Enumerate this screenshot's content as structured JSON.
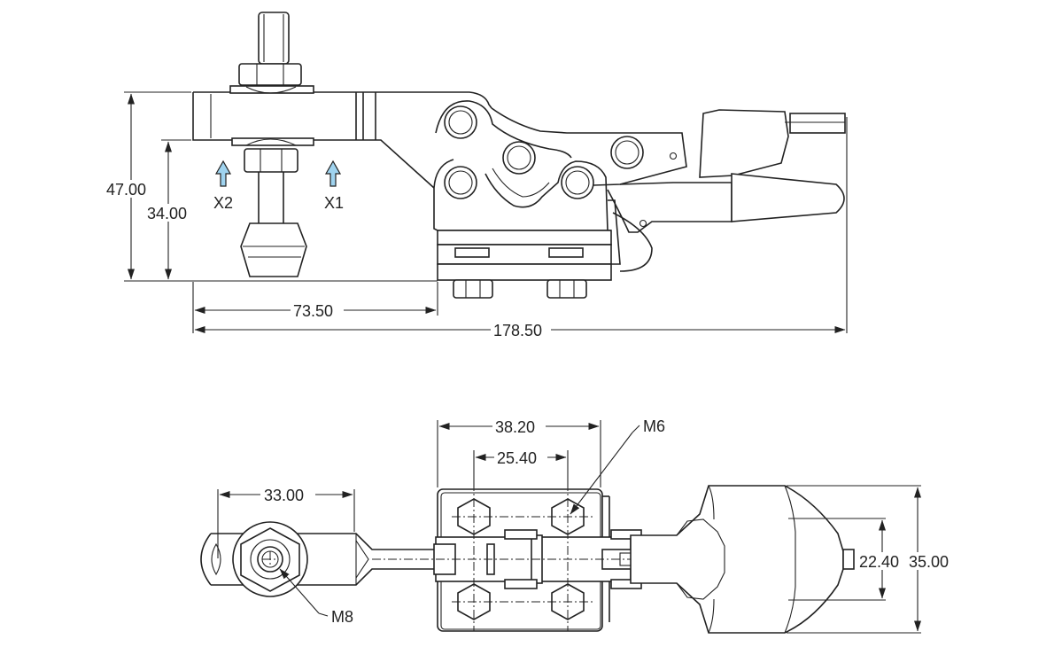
{
  "colors": {
    "line": "#222222",
    "force_arrow": "#9fd3ef",
    "background": "#ffffff"
  },
  "side_view": {
    "dims": {
      "height_total": "47.00",
      "height_spindle": "34.00",
      "base_to_spindle": "73.50",
      "overall_length": "178.50"
    },
    "force_labels": {
      "x1": "X1",
      "x2": "X2"
    }
  },
  "top_view": {
    "dims": {
      "eye_spacing": "33.00",
      "hole_x_outer": "38.20",
      "hole_x_inner": "25.40",
      "handle_inner": "22.40",
      "handle_outer": "35.00"
    },
    "callouts": {
      "mounting_thread": "M6",
      "spindle_thread": "M8"
    }
  }
}
